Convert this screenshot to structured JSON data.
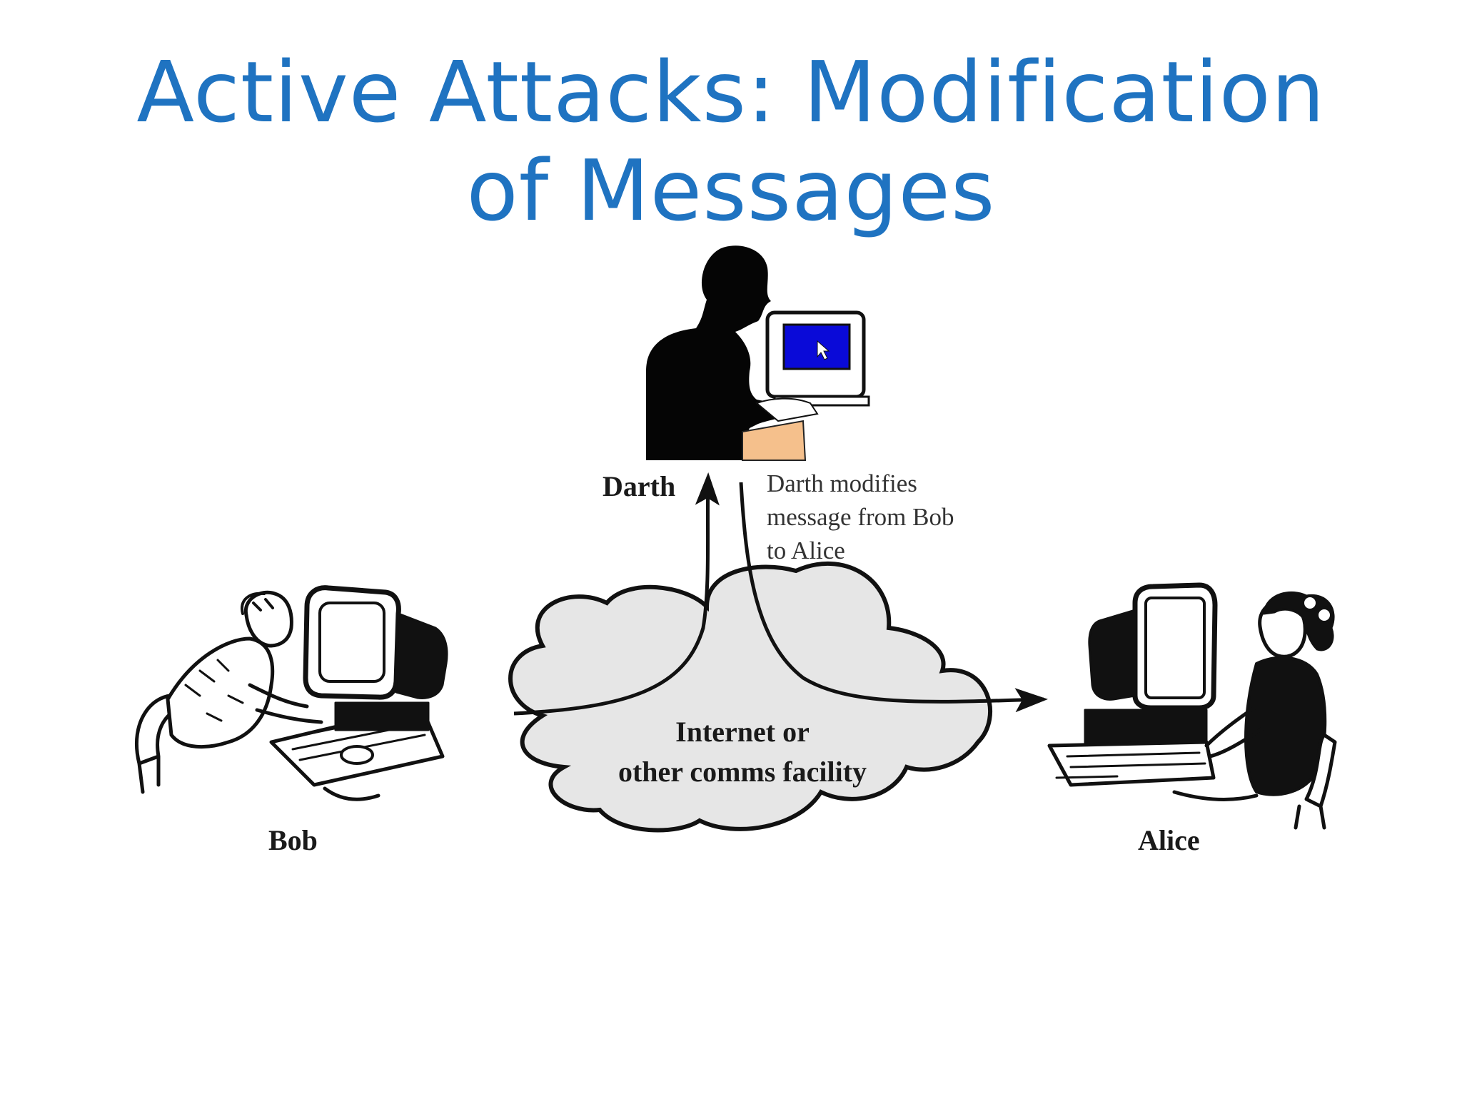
{
  "slide": {
    "title_line1": "Active Attacks: Modification",
    "title_line2": "of Messages",
    "title_color": "#1f73c1"
  },
  "diagram": {
    "darth_label": "Darth",
    "bob_label": "Bob",
    "alice_label": "Alice",
    "note_line1": "Darth modifies",
    "note_line2": "message from Bob",
    "note_line3": "to Alice",
    "cloud_line1": "Internet or",
    "cloud_line2": "other comms facility",
    "cloud_fill": "#e6e6e6",
    "screen_color": "#0a0ad8",
    "desk_color": "#f5c08c"
  }
}
